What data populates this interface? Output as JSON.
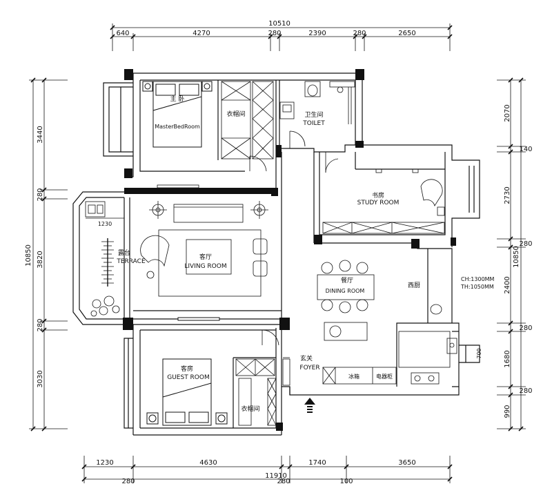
{
  "dimensions": {
    "top_total": "10510",
    "top": [
      "640",
      "4270",
      "280",
      "2390",
      "280",
      "2650"
    ],
    "bottom_total": "11910",
    "bottom_row1": [
      "1230",
      "4630",
      "1740",
      "3650"
    ],
    "bottom_row2": [
      "280",
      "280",
      "100"
    ],
    "left_total": "10850",
    "left": [
      "3440",
      "280",
      "3820",
      "280",
      "3030"
    ],
    "right_total": "10850",
    "right": [
      "2070",
      "140",
      "2730",
      "280",
      "2400",
      "280",
      "1680",
      "280",
      "990"
    ],
    "terrace_width": "1230",
    "window_700": "700"
  },
  "rooms": {
    "master_cn": "主 卧",
    "master_en": "MasterBedRoom",
    "closet1_cn": "衣帽间",
    "toilet_cn": "卫生间",
    "toilet_en": "TOILET",
    "study_cn": "书房",
    "study_en": "STUDY ROOM",
    "terrace_cn": "露台",
    "terrace_en": "TERRACE",
    "living_cn": "客厅",
    "living_en": "LIVING ROOM",
    "dining_cn": "餐厅",
    "dining_en": "DINING ROOM",
    "kitchen_cn": "西厨",
    "kitchen_ch": "CH:1300MM",
    "kitchen_th": "TH:1050MM",
    "foyer_cn": "玄关",
    "foyer_en": "FOYER",
    "fridge_cn": "冰箱",
    "appliance_cn": "电器柜",
    "guest_cn": "客房",
    "guest_en": "GUEST ROOM",
    "closet2_cn": "衣帽间"
  }
}
